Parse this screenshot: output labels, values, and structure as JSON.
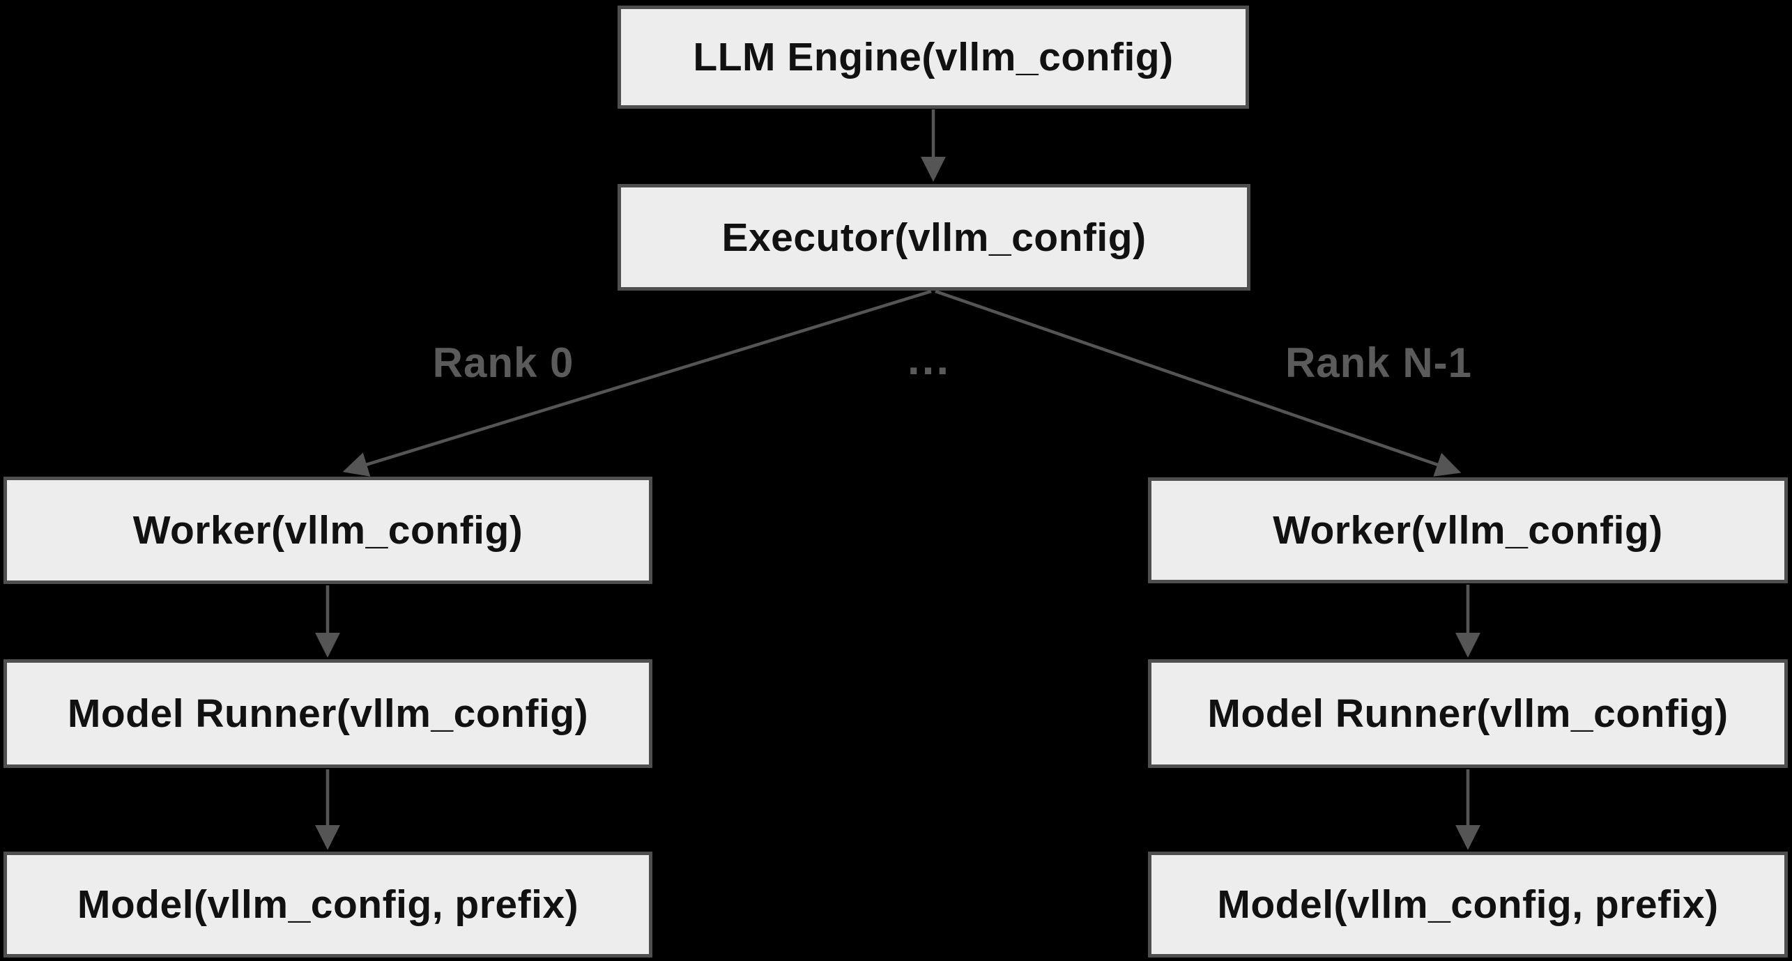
{
  "diagram": {
    "type": "architecture-tree",
    "nodes": {
      "llm_engine": {
        "label": "LLM Engine(vllm_config)"
      },
      "executor": {
        "label": "Executor(vllm_config)"
      },
      "worker_rank0": {
        "label": "Worker(vllm_config)"
      },
      "model_runner_rank0": {
        "label": "Model Runner(vllm_config)"
      },
      "model_rank0": {
        "label": "Model(vllm_config, prefix)"
      },
      "worker_rankN": {
        "label": "Worker(vllm_config)"
      },
      "model_runner_rankN": {
        "label": "Model Runner(vllm_config)"
      },
      "model_rankN": {
        "label": "Model(vllm_config, prefix)"
      }
    },
    "edge_labels": {
      "rank_0": "Rank 0",
      "ellipsis": "...",
      "rank_n_minus_1": "Rank N-1"
    },
    "colors": {
      "background": "#000000",
      "node_fill": "#ededed",
      "node_border": "#4f4f4f",
      "node_text": "#111111",
      "connector": "#555555",
      "edge_label_text": "#5b5b5b"
    }
  }
}
